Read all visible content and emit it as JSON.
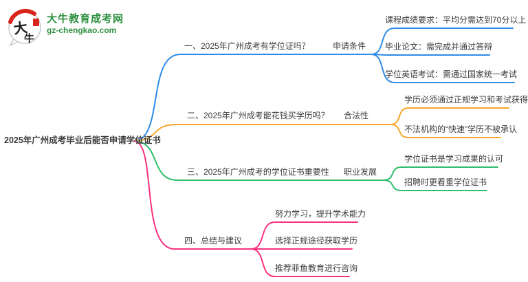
{
  "logo": {
    "icon_text_top": "大",
    "icon_text_bottom": "牛",
    "title": "大牛教育成考网",
    "url": "gz-chengkao.com"
  },
  "colors": {
    "branch1_blue": "#2E8BE8",
    "branch2_orange": "#F6A62A",
    "branch3_green": "#2EBD6B",
    "branch4_pink": "#F8317F",
    "logo_green": "#2E8F3F",
    "logo_red": "#D9251C",
    "text_dark": "#3B3B3B"
  },
  "mindmap": {
    "root": "2025年广州成考毕业后能否申请学位证书",
    "branches": [
      {
        "title": "一、2025年广州成考有学位证吗？",
        "label": "申请条件",
        "leaves": [
          "课程成绩要求：平均分需达到70分以上",
          "毕业论文：需完成并通过答辩",
          "学位英语考试：需通过国家统一考试"
        ]
      },
      {
        "title": "二、2025年广州成考能花钱买学历吗？",
        "label": "合法性",
        "leaves": [
          "学历必须通过正规学习和考试获得",
          "不法机构的“快速”学历不被承认"
        ]
      },
      {
        "title": "三、2025年广州成考的学位证书重要性",
        "label": "职业发展",
        "leaves": [
          "学位证书是学习成果的认可",
          "招聘时更看重学位证书"
        ]
      },
      {
        "title": "四、总结与建议",
        "label": "",
        "leaves": [
          "努力学习，提升学术能力",
          "选择正规途径获取学历",
          "推荐菲鱼教育进行咨询"
        ]
      }
    ]
  }
}
